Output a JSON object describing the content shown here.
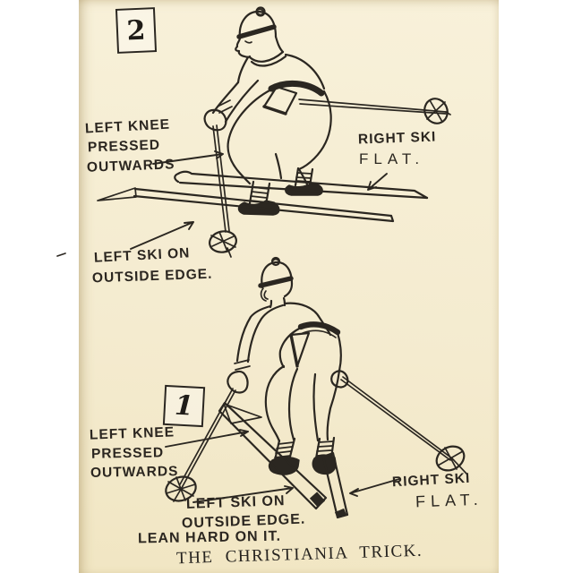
{
  "illustration": {
    "paper_color": "#f5edd1",
    "ink_color": "#2b2721",
    "caption": "THE CHRISTIANIA TRICK.",
    "figures": [
      {
        "number": "2",
        "annotations": [
          {
            "id": "left-knee",
            "lines": [
              "LEFT KNEE",
              "PRESSED",
              "OUTWARDS"
            ]
          },
          {
            "id": "right-ski",
            "lines": [
              "RIGHT SKI",
              "FLAT."
            ]
          },
          {
            "id": "left-ski",
            "lines": [
              "LEFT SKI ON",
              "OUTSIDE EDGE."
            ]
          }
        ]
      },
      {
        "number": "1",
        "annotations": [
          {
            "id": "left-knee",
            "lines": [
              "LEFT KNEE",
              "PRESSED",
              "OUTWARDS"
            ]
          },
          {
            "id": "left-ski",
            "lines": [
              "LEFT SKI ON",
              "OUTSIDE EDGE.",
              "LEAN HARD ON IT."
            ]
          },
          {
            "id": "right-ski",
            "lines": [
              "RIGHT SKI",
              "FLAT."
            ]
          }
        ]
      }
    ]
  }
}
